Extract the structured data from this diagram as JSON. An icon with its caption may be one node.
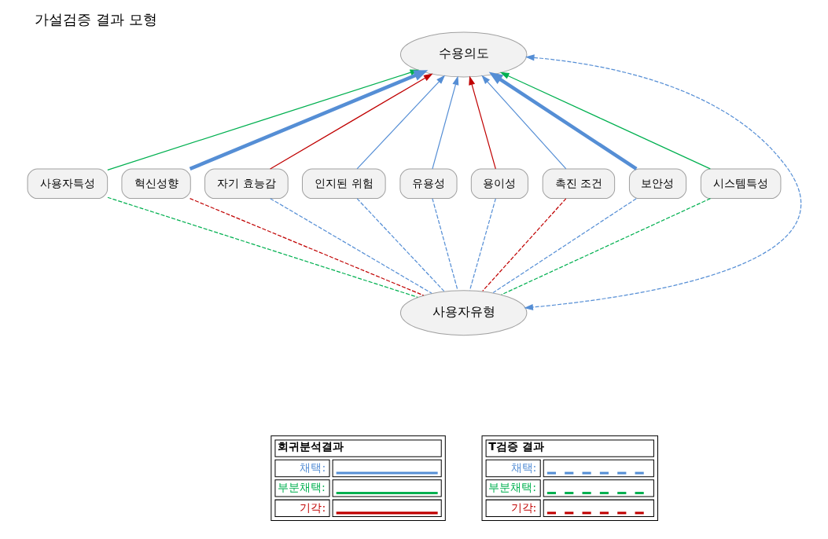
{
  "diagram": {
    "title": "가설검증 결과 모형",
    "nodes": [
      {
        "text": [
          "수용의도"
        ]
      },
      {
        "text": [
          "사용자특성"
        ]
      },
      {
        "text": [
          "혁신성향"
        ]
      },
      {
        "text": [
          "자기 효능감"
        ]
      },
      {
        "text": [
          "인지된 위험"
        ]
      },
      {
        "text": [
          "유용성"
        ]
      },
      {
        "text": [
          "용이성"
        ]
      },
      {
        "text": [
          "촉진 조건"
        ]
      },
      {
        "text": [
          "보안성"
        ]
      },
      {
        "text": [
          "시스템특성"
        ]
      },
      {
        "text": [
          "사용자유형"
        ]
      }
    ],
    "edges": [
      {
        "from": 1,
        "to": 0,
        "arrow": "to",
        "color": "#00b050"
      },
      {
        "from": 9,
        "to": 0,
        "arrow": "to",
        "color": "#00b050"
      },
      {
        "from": 2,
        "to": 0,
        "arrow": "to",
        "style": "thick"
      },
      {
        "from": 3,
        "to": 0,
        "arrow": "to",
        "color": "#c00000"
      },
      {
        "from": 4,
        "to": 0,
        "arrow": "to"
      },
      {
        "from": 5,
        "to": 0,
        "arrow": "to"
      },
      {
        "from": 6,
        "to": 0,
        "arrow": "to",
        "color": "#c00000"
      },
      {
        "from": 7,
        "to": 0,
        "arrow": "to"
      },
      {
        "from": 8,
        "to": 0,
        "arrow": "to",
        "style": "thick"
      },
      {
        "from": 10,
        "to": 0,
        "arrow": "both",
        "style": "dashed"
      },
      {
        "from": 2,
        "to": 10,
        "arrow": "none",
        "style": "dashed",
        "color": "#c00000"
      },
      {
        "from": 3,
        "to": 10,
        "arrow": "none",
        "style": "dashed"
      },
      {
        "from": 4,
        "to": 10,
        "arrow": "none",
        "style": "dashed"
      },
      {
        "from": 5,
        "to": 10,
        "arrow": "none",
        "style": "dashed"
      },
      {
        "from": 6,
        "to": 10,
        "arrow": "none",
        "style": "dashed"
      },
      {
        "from": 7,
        "to": 10,
        "arrow": "none",
        "style": "dashed",
        "color": "#c00000"
      },
      {
        "from": 8,
        "to": 10,
        "arrow": "none",
        "style": "dashed"
      },
      {
        "from": 1,
        "to": 10,
        "arrow": "none",
        "style": "dashed",
        "color": "#00b050"
      },
      {
        "from": 9,
        "to": 10,
        "arrow": "none",
        "style": "dashed",
        "color": "#00b050"
      }
    ],
    "labels": [
      "회귀분석결과",
      "T검증 결과"
    ],
    "legend": [
      {
        "text": "채택:"
      },
      {
        "text": "부분채택:"
      },
      {
        "text": "기각:"
      },
      {
        "text": "채택:"
      },
      {
        "text": "부분채택:"
      },
      {
        "text": "기각:"
      }
    ]
  }
}
